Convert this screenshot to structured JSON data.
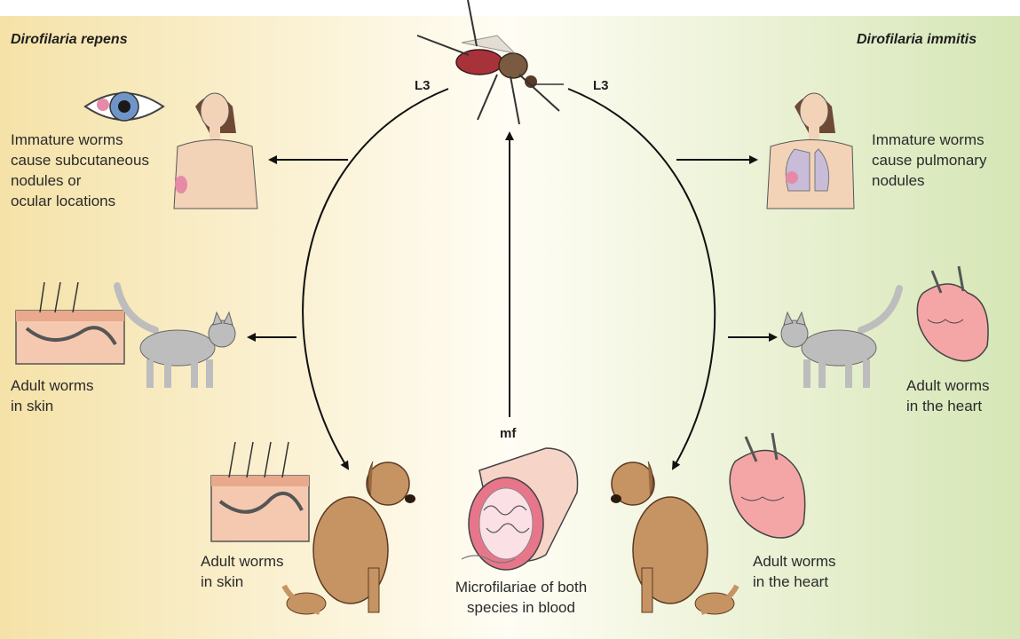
{
  "species": {
    "left": "Dirofilaria repens",
    "right": "Dirofilaria immitis"
  },
  "labels": {
    "l3_left": "L3",
    "l3_right": "L3",
    "mf": "mf"
  },
  "captions": {
    "left_human": "Immature worms\ncause subcutaneous\nnodules or\nocular locations",
    "right_human": "Immature worms\ncause pulmonary\nnodules",
    "left_cat": "Adult worms\nin skin",
    "right_cat": "Adult worms\nin the heart",
    "left_dog": "Adult worms\nin skin",
    "right_dog": "Adult worms\nin the heart",
    "center": "Microfilariae of both\nspecies in blood"
  },
  "colors": {
    "left_tint": "#f5e2a8",
    "right_tint": "#d6e6b6",
    "animal_fur": "#c69463",
    "cat_fur": "#bdbdbd",
    "skin_tone": "#f2d3b8"
  }
}
